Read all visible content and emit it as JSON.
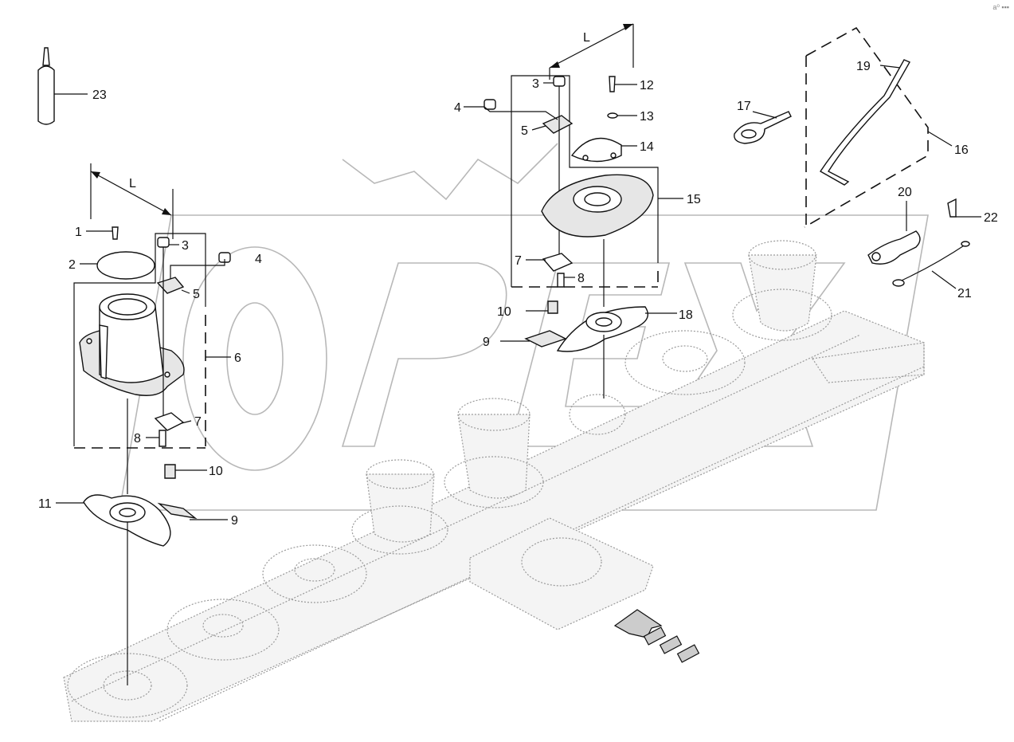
{
  "watermark": {
    "text": "OPEX"
  },
  "corner_mark": "a⁰ ▪▪▪",
  "dimension_label": "L",
  "callouts": [
    {
      "id": "c1",
      "label": "1"
    },
    {
      "id": "c2",
      "label": "2"
    },
    {
      "id": "c3a",
      "label": "3"
    },
    {
      "id": "c3b",
      "label": "3"
    },
    {
      "id": "c4a",
      "label": "4"
    },
    {
      "id": "c4b",
      "label": "4"
    },
    {
      "id": "c5a",
      "label": "5"
    },
    {
      "id": "c5b",
      "label": "5"
    },
    {
      "id": "c6",
      "label": "6"
    },
    {
      "id": "c7a",
      "label": "7"
    },
    {
      "id": "c7b",
      "label": "7"
    },
    {
      "id": "c8a",
      "label": "8"
    },
    {
      "id": "c8b",
      "label": "8"
    },
    {
      "id": "c9a",
      "label": "9"
    },
    {
      "id": "c9b",
      "label": "9"
    },
    {
      "id": "c10a",
      "label": "10"
    },
    {
      "id": "c10b",
      "label": "10"
    },
    {
      "id": "c11",
      "label": "11"
    },
    {
      "id": "c12",
      "label": "12"
    },
    {
      "id": "c13",
      "label": "13"
    },
    {
      "id": "c14",
      "label": "14"
    },
    {
      "id": "c15",
      "label": "15"
    },
    {
      "id": "c16",
      "label": "16"
    },
    {
      "id": "c17",
      "label": "17"
    },
    {
      "id": "c18",
      "label": "18"
    },
    {
      "id": "c19",
      "label": "19"
    },
    {
      "id": "c20",
      "label": "20"
    },
    {
      "id": "c21",
      "label": "21"
    },
    {
      "id": "c22",
      "label": "22"
    },
    {
      "id": "c23",
      "label": "23"
    }
  ]
}
